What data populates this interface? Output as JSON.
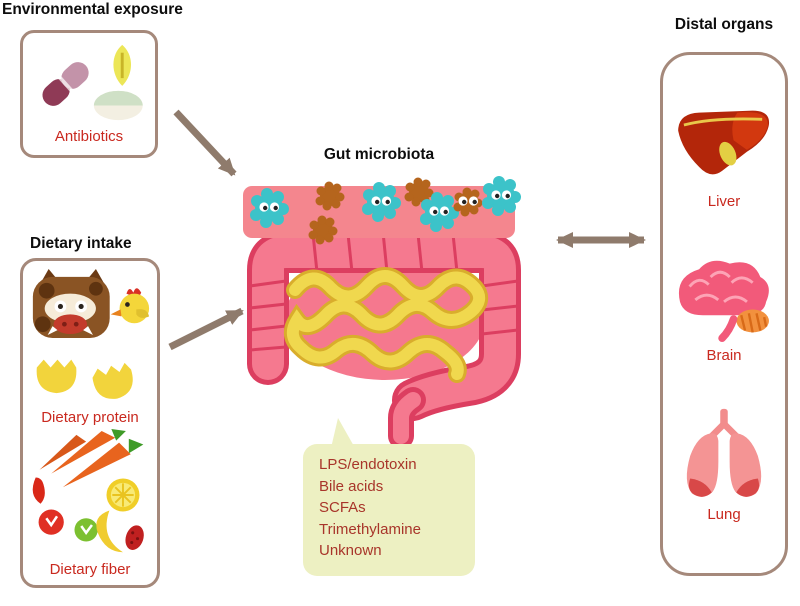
{
  "titles": {
    "environmental_exposure": "Environmental exposure",
    "dietary_intake": "Dietary intake",
    "gut_microbiota": "Gut microbiota",
    "distal_organs": "Distal organs"
  },
  "antibiotics_panel": {
    "label": "Antibiotics"
  },
  "dietary_panel": {
    "protein_label": "Dietary protein",
    "fiber_label": "Dietary fiber"
  },
  "gut_products": {
    "lines": [
      "LPS/endotoxin",
      "Bile acids",
      "SCFAs",
      "Trimethylamine",
      "Unknown"
    ]
  },
  "distal_panel": {
    "organs": [
      {
        "label": "Liver"
      },
      {
        "label": "Brain"
      },
      {
        "label": "Lung"
      }
    ]
  },
  "icons": [
    "capsule-pill-icon",
    "lens-pill-icon",
    "oval-pill-icon",
    "pig-icon",
    "chick-icon",
    "egg-icons",
    "carrot-icons",
    "chili-icon",
    "lemon-icon",
    "apple-icon",
    "green-fruit-icon",
    "banana-icon",
    "berry-icon",
    "teal-microbe-icon",
    "brown-microbe-icon",
    "intestine-illustration",
    "liver-icon",
    "brain-icon",
    "lung-icon"
  ],
  "colors": {
    "label_red": "#c9291f",
    "bubble_text_red": "#a8352a",
    "panel_border_brown": "#a5897b",
    "arrow_brown": "#8f7b6c",
    "band_pink": "#f4868e",
    "colon_pink": "#f5798f",
    "colon_outline": "#dc3e60",
    "small_intestine_yellow": "#f0d84e",
    "microbe_teal": "#3cc3c9",
    "microbe_brown": "#b5651d",
    "bubble_bg": "#edf0c2"
  }
}
